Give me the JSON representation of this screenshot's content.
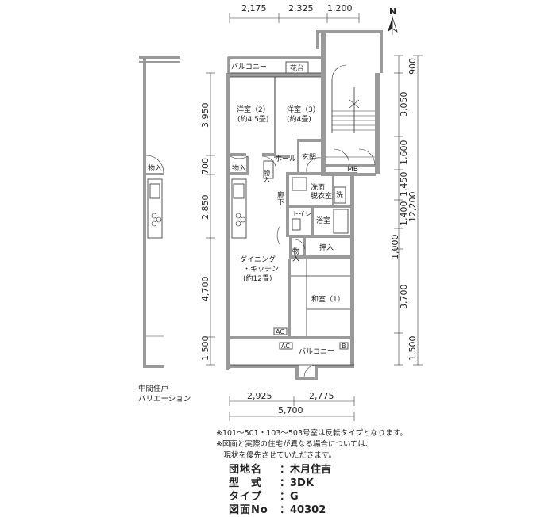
{
  "dims": {
    "top": [
      "2,175",
      "2,325",
      "1,200"
    ],
    "bottom": [
      "2,925",
      "2,775"
    ],
    "bottom_total": "5,700",
    "left": [
      "3,950",
      "700",
      "2,850",
      "4,700",
      "1,500"
    ],
    "right": [
      "900",
      "3,050",
      "1,600",
      "1,450",
      "1,400",
      "1,000",
      "3,700",
      "1,500"
    ],
    "right_total": "12,200"
  },
  "compass": "N",
  "rooms": {
    "balcony_top": "バルコニー",
    "planter": "花台",
    "western2_name": "洋室（2）",
    "western2_size": "(約4.5畳)",
    "western3_name": "洋室（3）",
    "western3_size": "(約4畳)",
    "hall": "ホール",
    "entrance": "玄関",
    "storage": "物入",
    "mb": "MB",
    "corridor": "廊下",
    "washroom": "洗面\n脱衣室",
    "washroom_line1": "洗面",
    "washroom_line2": "脱衣室",
    "laundry": "洗",
    "toilet": "トイレ",
    "bath": "浴室",
    "closet": "押入",
    "dk_line1": "ダイニング",
    "dk_line2": "・キッチン",
    "dk_size": "(約12畳)",
    "japanese": "和室（1）",
    "ac": "AC",
    "b": "B",
    "balcony_bottom": "バルコニー"
  },
  "variation": {
    "storage": "物入",
    "line1": "中間住戸",
    "line2": "バリエーション"
  },
  "notes": [
    "※101～501・103～503号室は反転タイプとなります。",
    "※図面と実際の住宅が異なる場合については、",
    "　現状を優先させていただきます。"
  ],
  "info": [
    {
      "label": "団地名",
      "value": "木月住吉"
    },
    {
      "label": "型　式",
      "value": "3DK"
    },
    {
      "label": "タイプ",
      "value": "G"
    },
    {
      "label": "図面No",
      "value": "40302"
    }
  ],
  "colors": {
    "wall": "#9a9a9a",
    "line": "#333333",
    "background": "#ffffff"
  }
}
